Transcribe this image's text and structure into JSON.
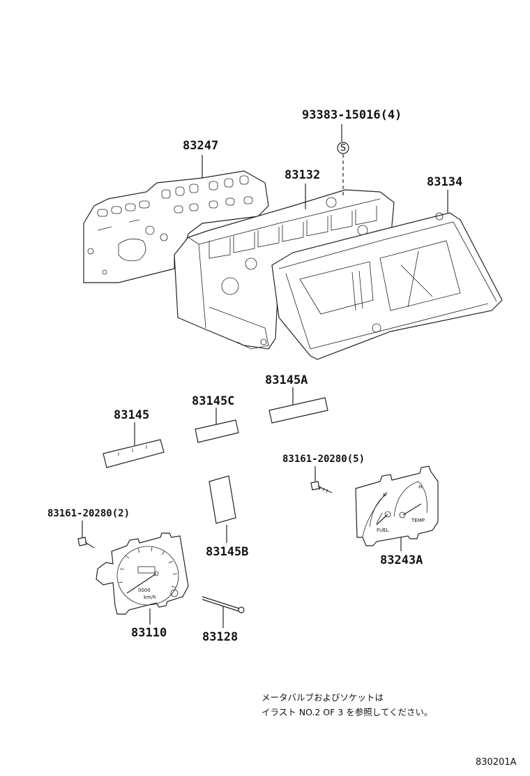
{
  "parts": {
    "bolt_93383": "93383-15016(4)",
    "screw_symbol": "S",
    "plate_83247": "83247",
    "case_83132": "83132",
    "glass_83134": "83134",
    "plate_83145A": "83145A",
    "plate_83145C": "83145C",
    "plate_83145": "83145",
    "screw_83161_5": "83161-20280(5)",
    "screw_83161_2": "83161-20280(2)",
    "plate_83145B": "83145B",
    "gauge_83243A": "83243A",
    "speedo_83110": "83110",
    "cable_83128": "83128"
  },
  "gauge_text": {
    "fuel": "FUEL",
    "temp": "TEMP",
    "f": "F",
    "h": "H",
    "kmh": "km/h",
    "odo": "0000"
  },
  "note": {
    "line1": "メータバルブおよびソケットは",
    "line2": "イラスト NO.2 OF 3 を参照してください。"
  },
  "figure_code": "830201A"
}
